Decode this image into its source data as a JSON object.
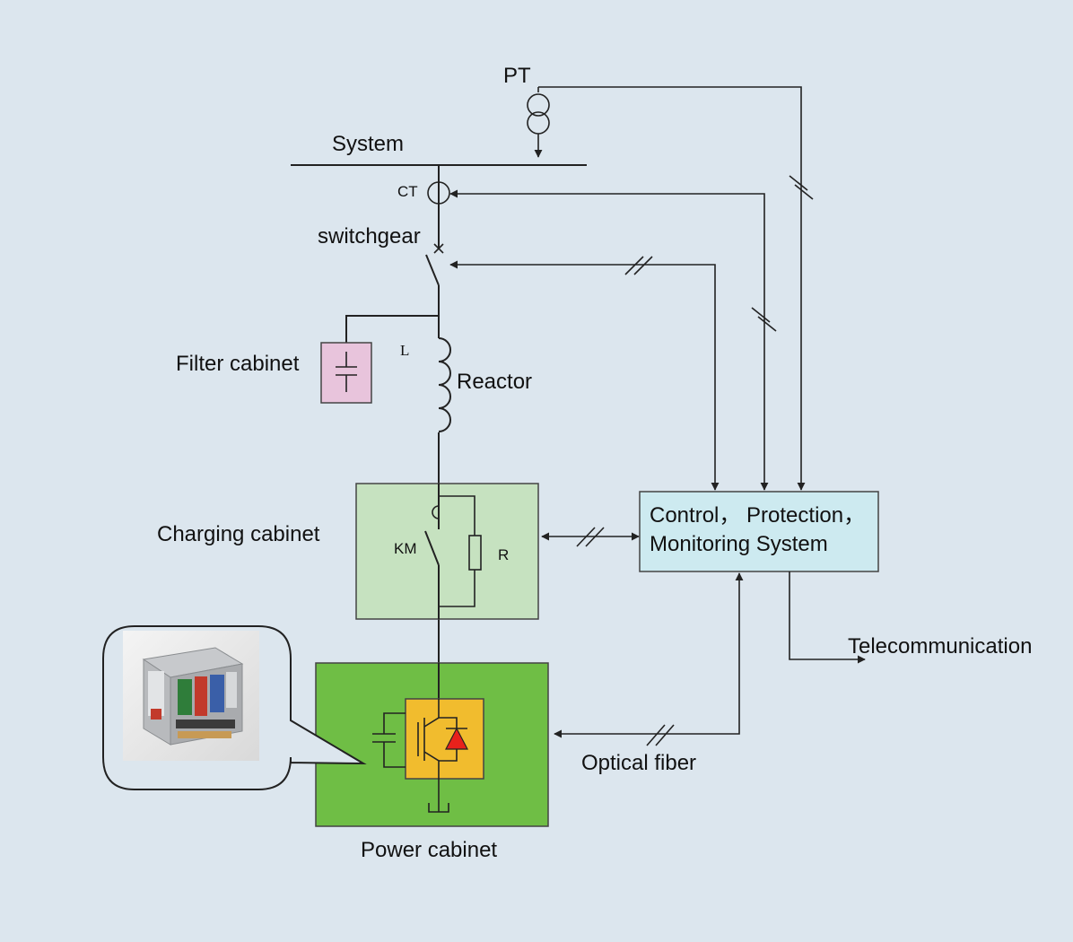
{
  "labels": {
    "pt": "PT",
    "system": "System",
    "ct": "CT",
    "switchgear": "switchgear",
    "filter_cabinet": "Filter cabinet",
    "l": "L",
    "reactor": "Reactor",
    "charging_cabinet": "Charging cabinet",
    "km": "KM",
    "r": "R",
    "control_line1": "Control， Protection，",
    "control_line2": "Monitoring System",
    "telecommunication": "Telecommunication",
    "optical_fiber": "Optical fiber",
    "power_cabinet": "Power cabinet"
  },
  "colors": {
    "background": "#dce6ee",
    "filter_cabinet": "#e8c4dc",
    "charging_cabinet": "#c6e2c0",
    "power_cabinet": "#6fbe45",
    "igbt_module": "#f1bc2e",
    "control_box": "#cdeaf0",
    "diode": "#e8211b"
  }
}
